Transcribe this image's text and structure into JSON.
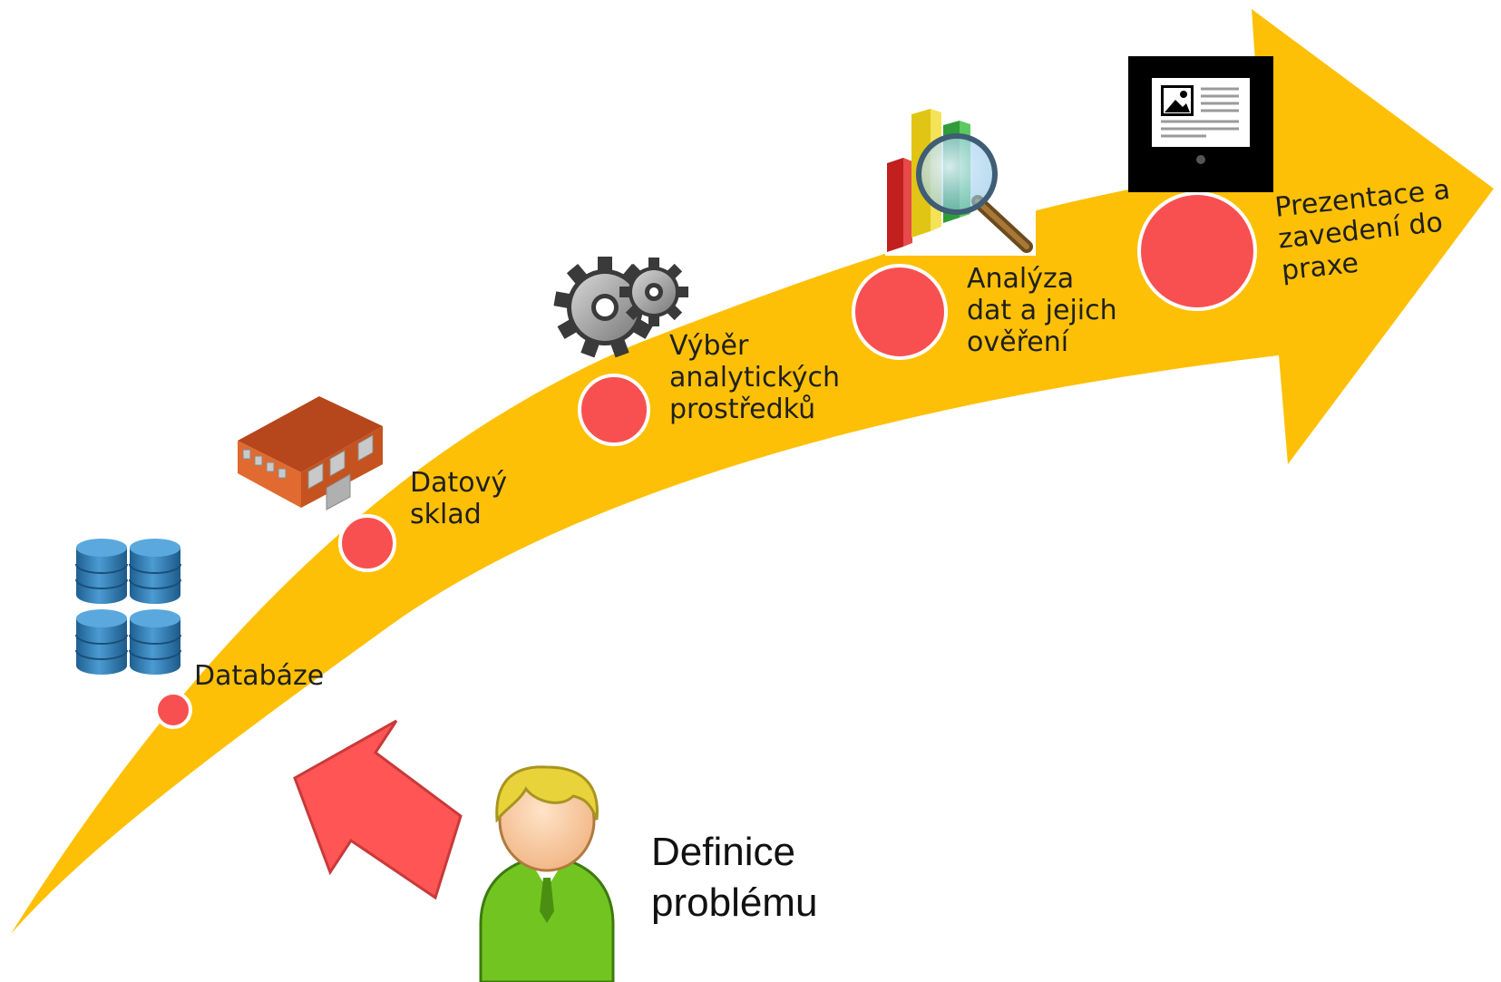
{
  "colors": {
    "arrow": "#FEC006",
    "node": "#F85050",
    "node_stroke": "#FFFFFF",
    "pointer_arrow": "#FF5555",
    "pointer_outline": "#C83A3A",
    "db_blue": "#2C7DB8",
    "warehouse": "#D9622B",
    "person_suit": "#72C520",
    "person_hair": "#E8D43A"
  },
  "steps": [
    {
      "id": "databaze",
      "icon": "database-icon",
      "lines": [
        "Databáze"
      ]
    },
    {
      "id": "datovy-sklad",
      "icon": "warehouse-icon",
      "lines": [
        "Datový",
        "sklad"
      ]
    },
    {
      "id": "vyber",
      "icon": "gears-icon",
      "lines": [
        "Výběr",
        "analytických",
        "prostředků"
      ]
    },
    {
      "id": "analyza",
      "icon": "chart-magnifier-icon",
      "lines": [
        "Analýza",
        "dat a jejich",
        "ověření"
      ]
    },
    {
      "id": "prezentace",
      "icon": "presentation-icon",
      "lines": [
        "Prezentace a",
        "zavedení do",
        "praxe"
      ]
    }
  ],
  "definition": {
    "icon": "person-icon",
    "lines": [
      "Definice",
      "problému"
    ]
  }
}
